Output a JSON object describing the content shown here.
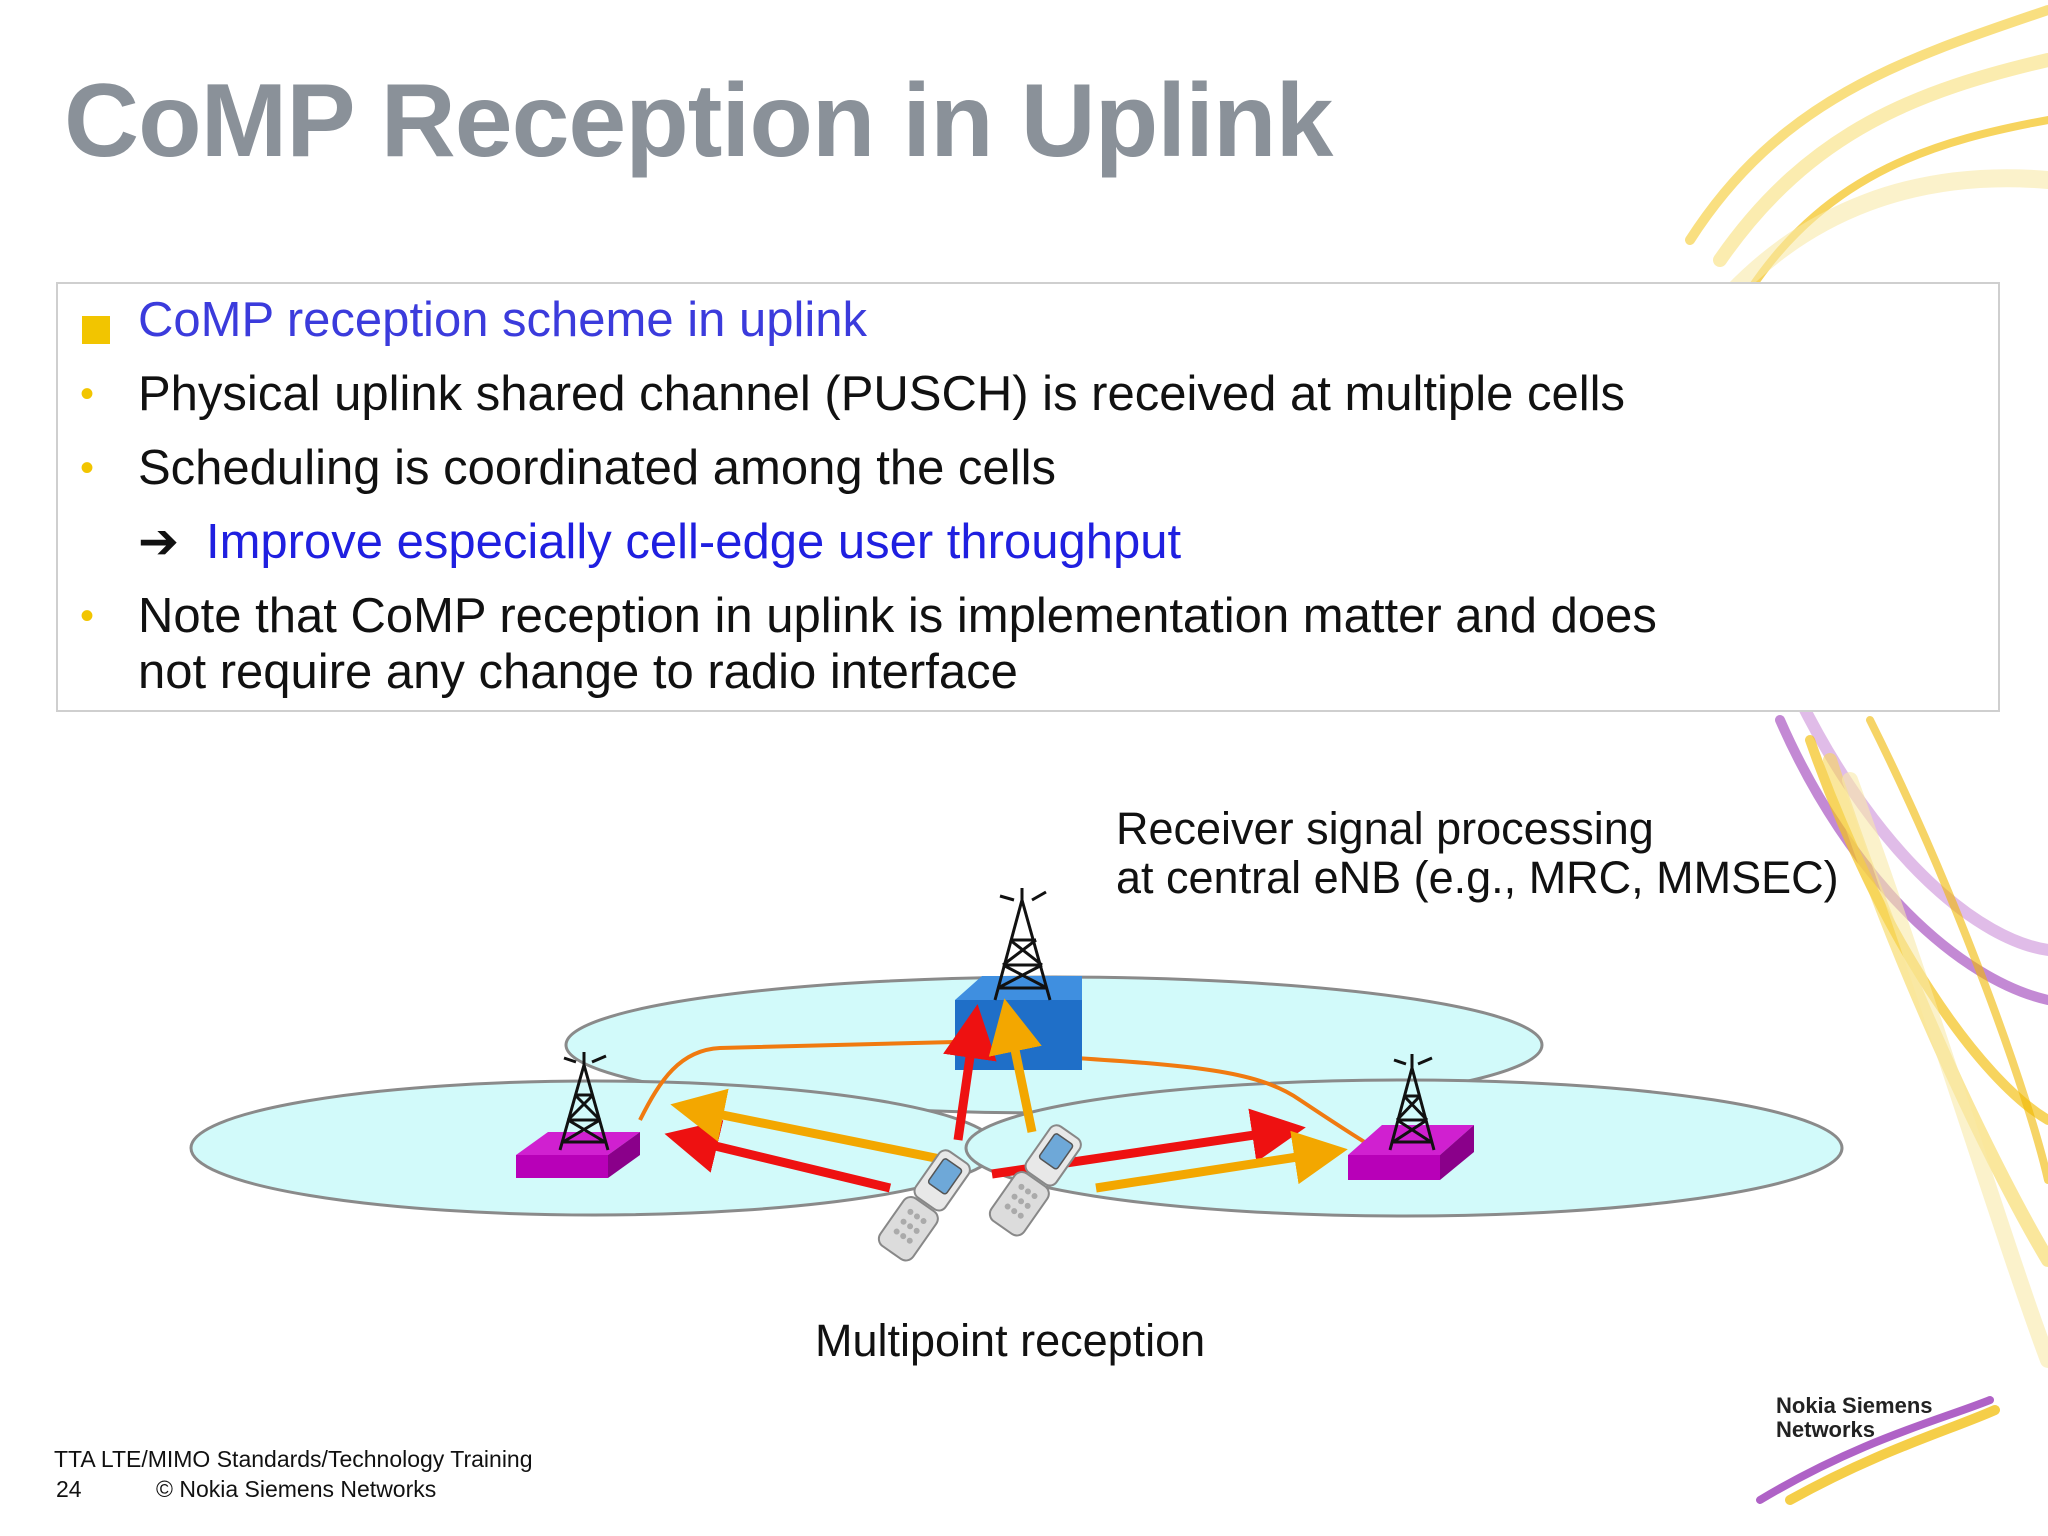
{
  "slide": {
    "title": "CoMP Reception in Uplink"
  },
  "content": {
    "heading": "CoMP reception scheme in uplink",
    "bullets": [
      "Physical uplink shared channel (PUSCH) is received at multiple cells",
      "Scheduling is coordinated among the cells"
    ],
    "arrow_glyph": "➔",
    "conclusion": "Improve especially cell-edge user throughput",
    "note_line1": "Note that CoMP reception in uplink is implementation matter and does",
    "note_line2": "not require any change to radio interface"
  },
  "diagram": {
    "callout_line1": "Receiver signal processing",
    "callout_line2": "at central eNB (e.g., MRC, MMSEC)",
    "caption": "Multipoint reception",
    "colors": {
      "cell": "#d2fafa",
      "central_enb": "#1f6fc8",
      "side_enb": "#b800b8",
      "signal_red": "#ee1111",
      "signal_orange": "#f3a700",
      "backhaul": "#f07a10"
    }
  },
  "footer": {
    "course": "TTA LTE/MIMO Standards/Technology Training",
    "page": "24",
    "copyright": "© Nokia Siemens Networks"
  },
  "logo": {
    "line1": "Nokia Siemens",
    "line2": "Networks"
  }
}
